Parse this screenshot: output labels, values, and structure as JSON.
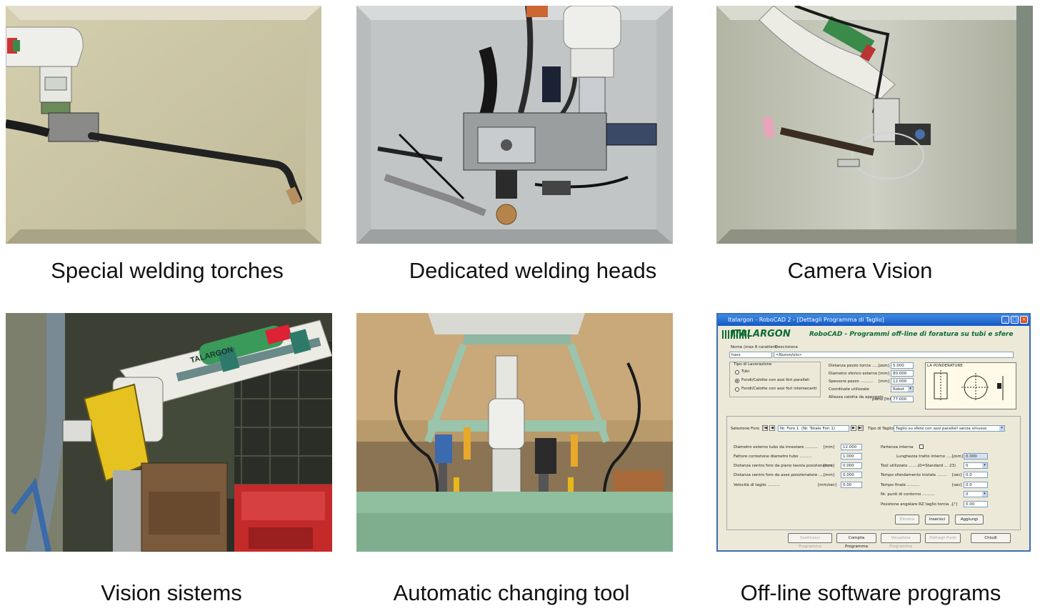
{
  "tiles": [
    {
      "caption": "Special welding torches"
    },
    {
      "caption": "Dedicated welding heads"
    },
    {
      "caption": "Camera Vision"
    },
    {
      "caption": "Vision sistems"
    },
    {
      "caption": "Automatic changing tool"
    },
    {
      "caption": "Off-line software programs"
    }
  ],
  "robot_brand": "TALARGON",
  "software": {
    "title": "Italargon - RoboCAD 2 - [Dettagli Programma di Taglio]",
    "brand": "ITALARGON",
    "subtitle": "RoboCAD - Programmi off-line di foratura su tubi e sfere",
    "name_label": "Nome (max 8 caratteri)",
    "name_value": "hass",
    "desc_label": "Descrizione",
    "desc_value": "<Nuovo/olo>",
    "lav_group": "Tipo di Lavorazione",
    "lav_options": [
      "Tubi",
      "Fondi/Calotte con assi fori paralleli",
      "Fondi/Calotte con assi fori intersecanti"
    ],
    "right_fields": [
      {
        "label": "Distanza pezzo torcia ..........",
        "unit": "[mm]",
        "value": "5.000"
      },
      {
        "label": "Diametro sferico esterno",
        "unit": "[mm]",
        "value": "80.000"
      },
      {
        "label": "Spessore pezzo ..........",
        "unit": "[mm]",
        "value": "12.000"
      },
      {
        "label": "Coordinate utilizzate",
        "unit": "",
        "value": "Robot"
      },
      {
        "label": "Altezza calotta da appoggio ......",
        "unit": "piano [mm]",
        "value": "77.000"
      }
    ],
    "diagram_label": "LA PONDERATURE",
    "sel_label": "Selezione Foro",
    "foro_label": "Nr. Foro 1",
    "totali_label": "(Nr. Totale Fori 1)",
    "tipo_taglio_label": "Tipo di Taglio",
    "tipo_taglio_value": "Taglio su sfere con assi paralleli senza smusso",
    "left_params": [
      {
        "label": "Diametro esterno tubo da innestare ..........",
        "unit": "[mm]",
        "value": "12.000"
      },
      {
        "label": "Fattore correzione diametro tubo ..........",
        "unit": "",
        "value": "1.000"
      },
      {
        "label": "Distanza centro foro da piano tavola posizionatore",
        "unit": "[mm]",
        "value": "0.000"
      },
      {
        "label": "Distanza centro foro da asse posizionatore ......",
        "unit": "[mm]",
        "value": "0.000"
      },
      {
        "label": "Velocità di taglio ..........",
        "unit": "[mm/sec]",
        "value": "0.00"
      }
    ],
    "partenza_label": "Partenza interna",
    "right_params": [
      {
        "label": "Lunghezza tratto interno ..........",
        "unit": "[mm]",
        "value": "0.000"
      },
      {
        "label": "Tool utilizzato ..........",
        "unit": "(0=Standard ... 23)",
        "value": "0"
      },
      {
        "label": "Tempo sfondamento iniziale ........",
        "unit": "[sec]",
        "value": "0.0"
      },
      {
        "label": "Tempo finale ..........",
        "unit": "[sec]",
        "value": "0.0"
      },
      {
        "label": "Nr. punti di contorno ..........",
        "unit": "",
        "value": "0"
      },
      {
        "label": "Posizione angolare RZ taglio torcia ....",
        "unit": "[°]",
        "value": "0.00"
      }
    ],
    "inner_buttons": [
      "Elimina",
      "Inserisci",
      "Aggiungi"
    ],
    "bottom_buttons": [
      "Sostituisci Programma",
      "Compila Programma",
      "Visualizza Programma",
      "Dettagli Punti",
      "Chiudi"
    ]
  }
}
